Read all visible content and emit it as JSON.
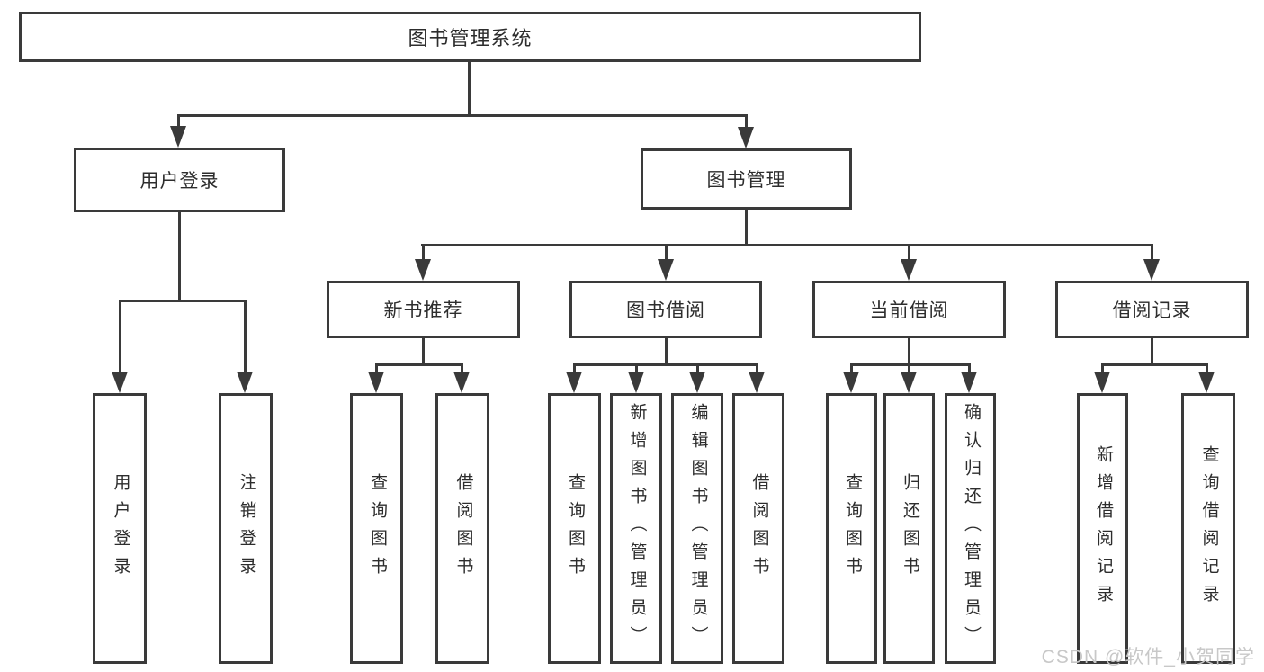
{
  "diagram": {
    "root": {
      "label": "图书管理系统"
    },
    "level1": [
      {
        "label": "用户登录"
      },
      {
        "label": "图书管理"
      }
    ],
    "level2": [
      {
        "label": "新书推荐"
      },
      {
        "label": "图书借阅"
      },
      {
        "label": "当前借阅"
      },
      {
        "label": "借阅记录"
      }
    ],
    "leaves": [
      {
        "label": "用户登录"
      },
      {
        "label": "注销登录"
      },
      {
        "label": "查询图书"
      },
      {
        "label": "借阅图书"
      },
      {
        "label": "查询图书"
      },
      {
        "label": "新增图书（管理员）"
      },
      {
        "label": "编辑图书（管理员）"
      },
      {
        "label": "借阅图书"
      },
      {
        "label": "查询图书"
      },
      {
        "label": "归还图书"
      },
      {
        "label": "确认归还（管理员）"
      },
      {
        "label": "新增借阅记录"
      },
      {
        "label": "查询借阅记录"
      }
    ]
  },
  "watermark": {
    "text": "CSDN @软件_小贺同学",
    "color": "#c8c8c8"
  },
  "colors": {
    "line": "#3a3a3a",
    "text": "#2d2d2d",
    "background": "#ffffff",
    "box_fill": "#ffffff"
  }
}
